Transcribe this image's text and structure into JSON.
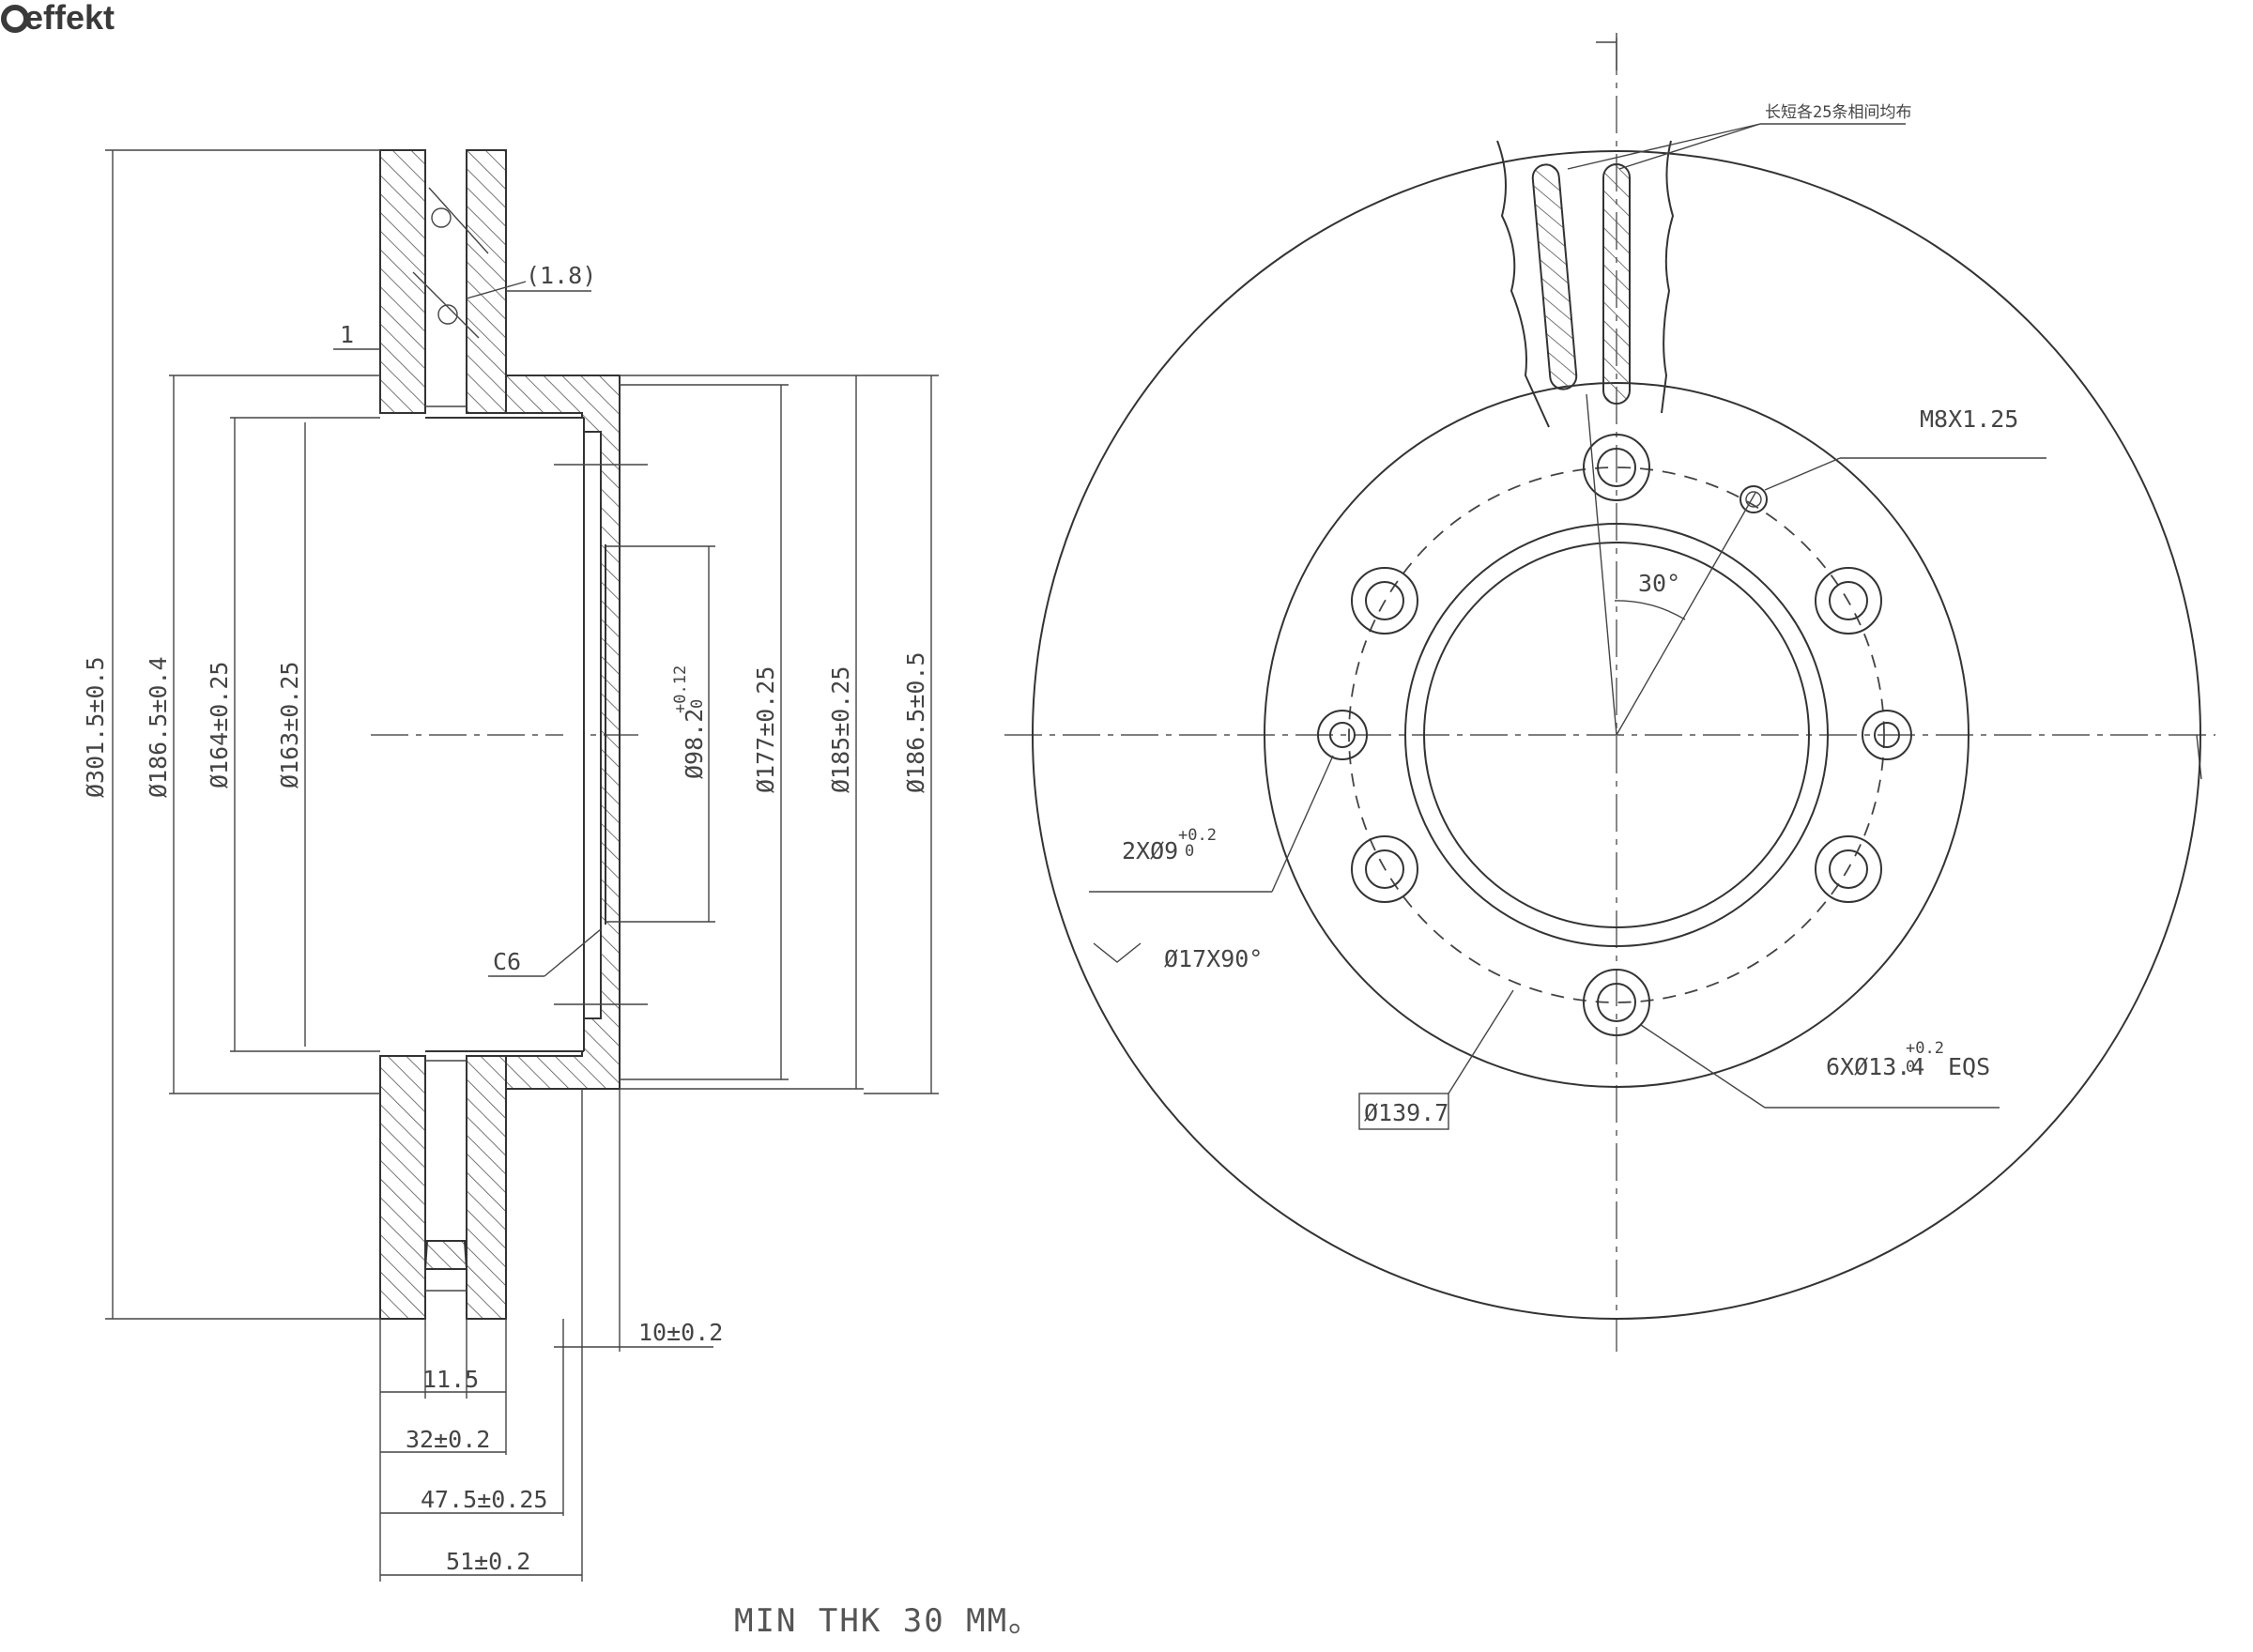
{
  "brand": {
    "logo_text": "effekt"
  },
  "section_view": {
    "dims": {
      "d_outer": "Ø301.5±0.5",
      "d_1865_04": "Ø186.5±0.4",
      "d_164": "Ø164±0.25",
      "d_163": "Ø163±0.25",
      "d_982": "Ø98.2",
      "d_982_tol_upper": "+0.12",
      "d_982_tol_lower": "0",
      "d_177": "Ø177±0.25",
      "d_185": "Ø185±0.25",
      "d_1865_05": "Ø186.5±0.5",
      "gap_1": "1",
      "gap_18": "(1.8)",
      "chamfer": "C6",
      "t_115": "11.5",
      "t_32": "32±0.2",
      "t_475": "47.5±0.25",
      "t_51": "51±0.2",
      "t_10": "10±0.2"
    }
  },
  "front_view": {
    "vane_note": "长短各25条相间均布",
    "thread": "M8X1.25",
    "angle": "30°",
    "pin_holes": "2XØ9",
    "pin_holes_tol_upper": "+0.2",
    "pin_holes_tol_lower": "0",
    "countersink": "Ø17X90°",
    "pcd": "Ø139.7",
    "bolt_holes": "6XØ13.4",
    "bolt_holes_tol_upper": "+0.2",
    "bolt_holes_tol_lower": "0",
    "bolt_holes_suffix": "EQS"
  },
  "notes": {
    "min_thickness": "MIN THK 30 MM。"
  }
}
